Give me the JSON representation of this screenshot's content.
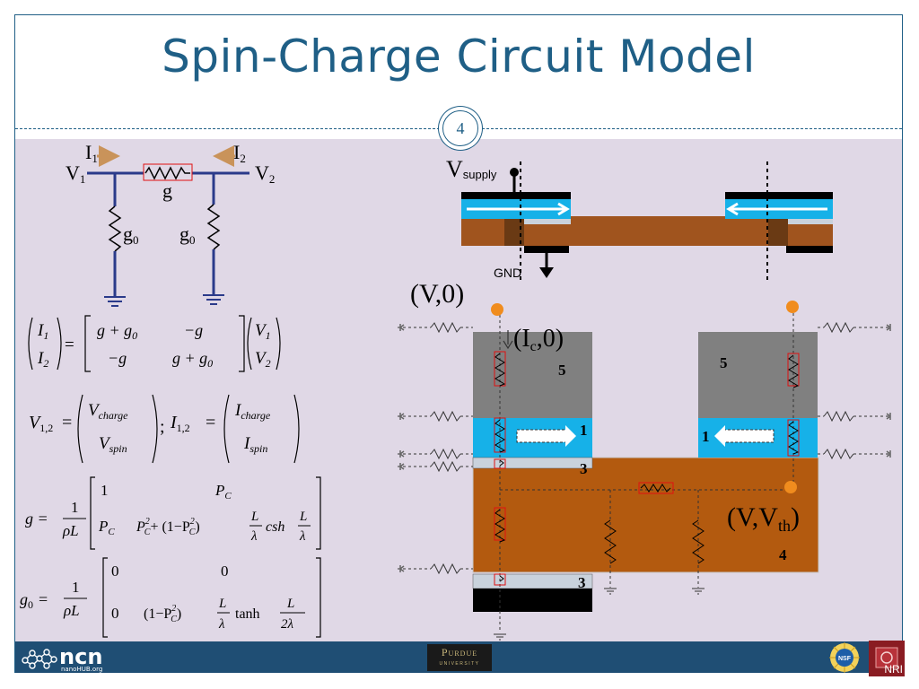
{
  "slide": {
    "title": "Spin-Charge Circuit Model",
    "page_number": "4"
  },
  "circuit": {
    "current_1": "I",
    "current_1_sub": "1",
    "current_2": "I",
    "current_2_sub": "2",
    "voltage_1": "V",
    "voltage_1_sub": "1",
    "voltage_2": "V",
    "voltage_2_sub": "2",
    "series_conductance": "g",
    "shunt_left": "g",
    "shunt_left_sub": "0",
    "shunt_right": "g",
    "shunt_right_sub": "0"
  },
  "equations": {
    "eq1_lhs_top": "I",
    "eq1_lhs_top_sub": "1",
    "eq1_lhs_bot": "I",
    "eq1_lhs_bot_sub": "2",
    "eq1_m11": "g + g",
    "eq1_m11_sub": "0",
    "eq1_m12": "−g",
    "eq1_m21": "−g",
    "eq1_m22": "g + g",
    "eq1_m22_sub": "0",
    "eq1_rhs_top": "V",
    "eq1_rhs_top_sub": "1",
    "eq1_rhs_bot": "V",
    "eq1_rhs_bot_sub": "2",
    "eq2_v_lhs": "V",
    "eq2_v_lhs_sub": "1,2",
    "eq2_v_top": "V",
    "eq2_v_top_sub": "charge",
    "eq2_v_bot": "V",
    "eq2_v_bot_sub": "spin",
    "eq2_sep": ";",
    "eq2_i_lhs": "I",
    "eq2_i_lhs_sub": "1,2",
    "eq2_i_top": "I",
    "eq2_i_top_sub": "charge",
    "eq2_i_bot": "I",
    "eq2_i_bot_sub": "spin",
    "eq3_lhs": "g =",
    "eq3_frac_num": "1",
    "eq3_frac_den": "ρL",
    "eq3_m11": "1",
    "eq3_m12": "P",
    "eq3_m12_sub": "C",
    "eq3_m21": "P",
    "eq3_m21_sub": "C",
    "eq3_m22a": "P",
    "eq3_m22a_sub": "C",
    "eq3_m22a_sup": "2",
    "eq3_m22b": "+ (1−P",
    "eq3_m22b_sub": "C",
    "eq3_m22b_sup": "2",
    "eq3_m22c": ")",
    "eq3_frac2_num": "L",
    "eq3_frac2_den": "λ",
    "eq3_csh": "csh",
    "eq3_frac3_num": "L",
    "eq3_frac3_den": "λ",
    "eq4_lhs": "g",
    "eq4_lhs_sub": "0",
    "eq4_eq": "=",
    "eq4_frac_num": "1",
    "eq4_frac_den": "ρL",
    "eq4_m11": "0",
    "eq4_m12": "0",
    "eq4_m21": "0",
    "eq4_m22a": "(1−P",
    "eq4_m22a_sub": "C",
    "eq4_m22a_sup": "2",
    "eq4_m22b": ")",
    "eq4_frac2_num": "L",
    "eq4_frac2_den": "λ",
    "eq4_tanh": "tanh",
    "eq4_frac3_num": "L",
    "eq4_frac3_den": "2λ"
  },
  "device": {
    "vsupply": "V",
    "vsupply_sub": "supply",
    "gnd": "GND"
  },
  "model": {
    "node_v0": "(V,0)",
    "node_ic": "(I",
    "node_ic_sub": "c",
    "node_ic_tail": ",0)",
    "node_vth": "(V,V",
    "node_vth_sub": "th",
    "node_vth_tail": ")",
    "region_5_left": "5",
    "region_5_right": "5",
    "region_1_left": "1",
    "region_1_right": "1",
    "region_3_top": "3",
    "region_3_bottom": "3",
    "region_4": "4"
  },
  "footer": {
    "ncn_text": "ncn",
    "ncn_sub": "nanoHUB.org",
    "purdue_name": "Purdue",
    "purdue_sub": "UNIVERSITY",
    "nsf_text": "NSF",
    "nri_text": "NRI"
  },
  "colors": {
    "title_blue": "#1f5f86",
    "content_bg": "#e0d8e6",
    "footer_bg": "#1f4e74",
    "copper": "#b35a0f",
    "magnet_gray": "#808080",
    "fm_cyan": "#16b1e8",
    "barrier_gray": "#c9d2dc",
    "node_orange": "#f08c1e",
    "resistor_red": "#e01010"
  }
}
